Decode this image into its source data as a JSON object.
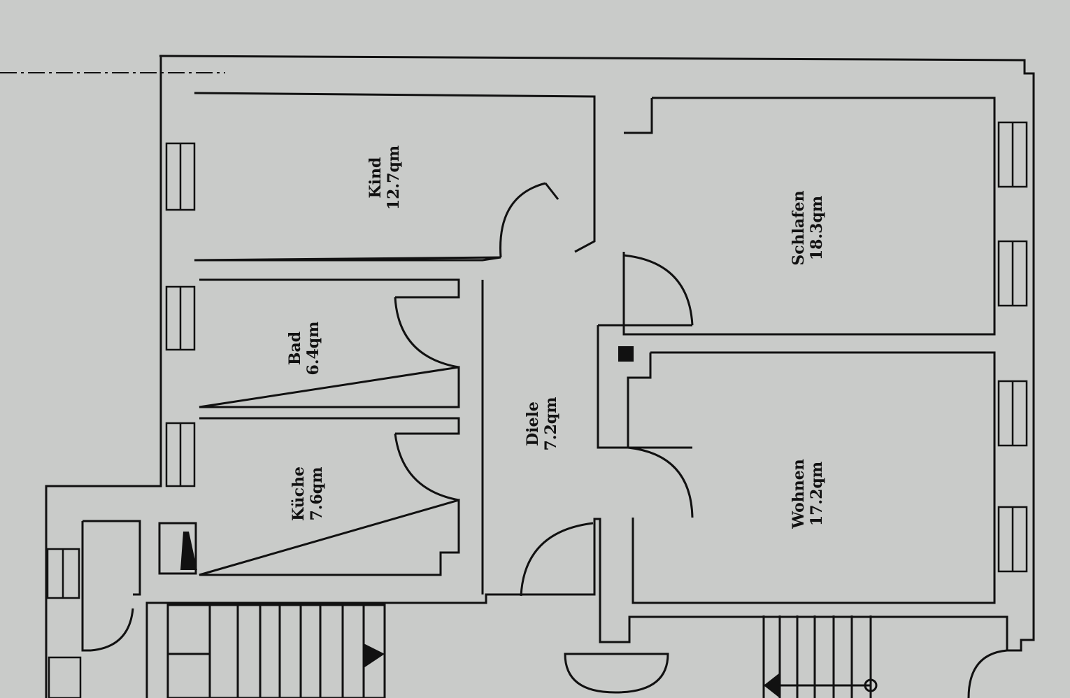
{
  "plan": {
    "type": "apartment floor plan",
    "unit": "qm",
    "rooms": [
      {
        "name": "Kind",
        "area": "12.7qm"
      },
      {
        "name": "Schlafen",
        "area": "18.3qm"
      },
      {
        "name": "Bad",
        "area": "6.4qm"
      },
      {
        "name": "Diele",
        "area": "7.2qm"
      },
      {
        "name": "Küche",
        "area": "7.6qm"
      },
      {
        "name": "Wohnen",
        "area": "17.2qm"
      }
    ]
  },
  "colors": {
    "background": "#c9cbc9",
    "wall_fill": "#d4d6d4",
    "line": "#111111"
  }
}
